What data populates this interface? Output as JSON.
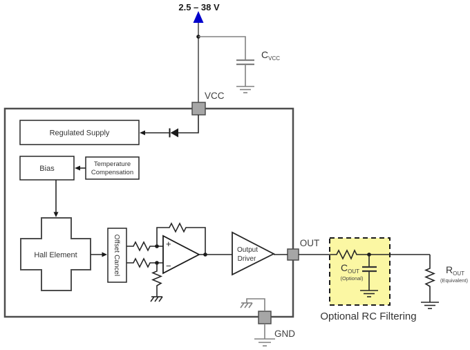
{
  "supply": {
    "voltage": "2.5 – 38 V",
    "cap_name": "C",
    "cap_sub": "VCC"
  },
  "pins": {
    "vcc": "VCC",
    "out": "OUT",
    "gnd": "GND"
  },
  "chip": {
    "regulated_supply": "Regulated Supply",
    "bias": "Bias",
    "temp_comp_1": "Temperature",
    "temp_comp_2": "Compensation",
    "hall_element": "Hall Element",
    "offset_cancel": "Offset Cancel",
    "opamp_plus": "+",
    "opamp_minus": "−",
    "driver_1": "Output",
    "driver_2": "Driver"
  },
  "filter": {
    "cap_name": "C",
    "cap_sub": "OUT",
    "note": "(Optional)",
    "caption": "Optional RC Filtering"
  },
  "load": {
    "res_name": "R",
    "res_sub": "OUT",
    "note": "(Equivalent)"
  },
  "colors": {
    "accent_blue": "#0000cc",
    "highlight_yellow": "#fbf7a3",
    "pin_gray": "#a6a6a6",
    "wire_dark": "#262626",
    "chip_border": "#4d4d4d",
    "wire_gray": "#808080"
  }
}
